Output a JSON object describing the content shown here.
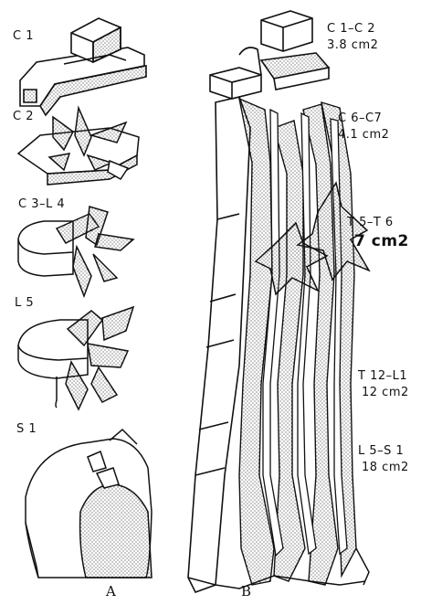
{
  "panel_a": {
    "panel_label": "A",
    "levels": [
      {
        "id": "c1",
        "label": "C 1"
      },
      {
        "id": "c2",
        "label": "C 2"
      },
      {
        "id": "c3l4",
        "label": "C 3–L 4"
      },
      {
        "id": "l5",
        "label": "L 5"
      },
      {
        "id": "s1",
        "label": "S 1"
      }
    ]
  },
  "panel_b": {
    "panel_label": "B",
    "regions": [
      {
        "id": "c1c2",
        "label": "C 1–C 2",
        "area": "3.8 cm2"
      },
      {
        "id": "c6c7",
        "label": "C 6–C7",
        "area": "4.1 cm2"
      },
      {
        "id": "t5t6",
        "label": "T 5–T 6",
        "area": "7 cm2"
      },
      {
        "id": "t12l1",
        "label": "T 12–L1",
        "area": "12 cm2"
      },
      {
        "id": "l5s1",
        "label": "L 5–S 1",
        "area": "18 cm2"
      }
    ]
  },
  "colors": {
    "ink": "#111111",
    "stipple": "#9a9a9a",
    "paper": "#ffffff"
  }
}
